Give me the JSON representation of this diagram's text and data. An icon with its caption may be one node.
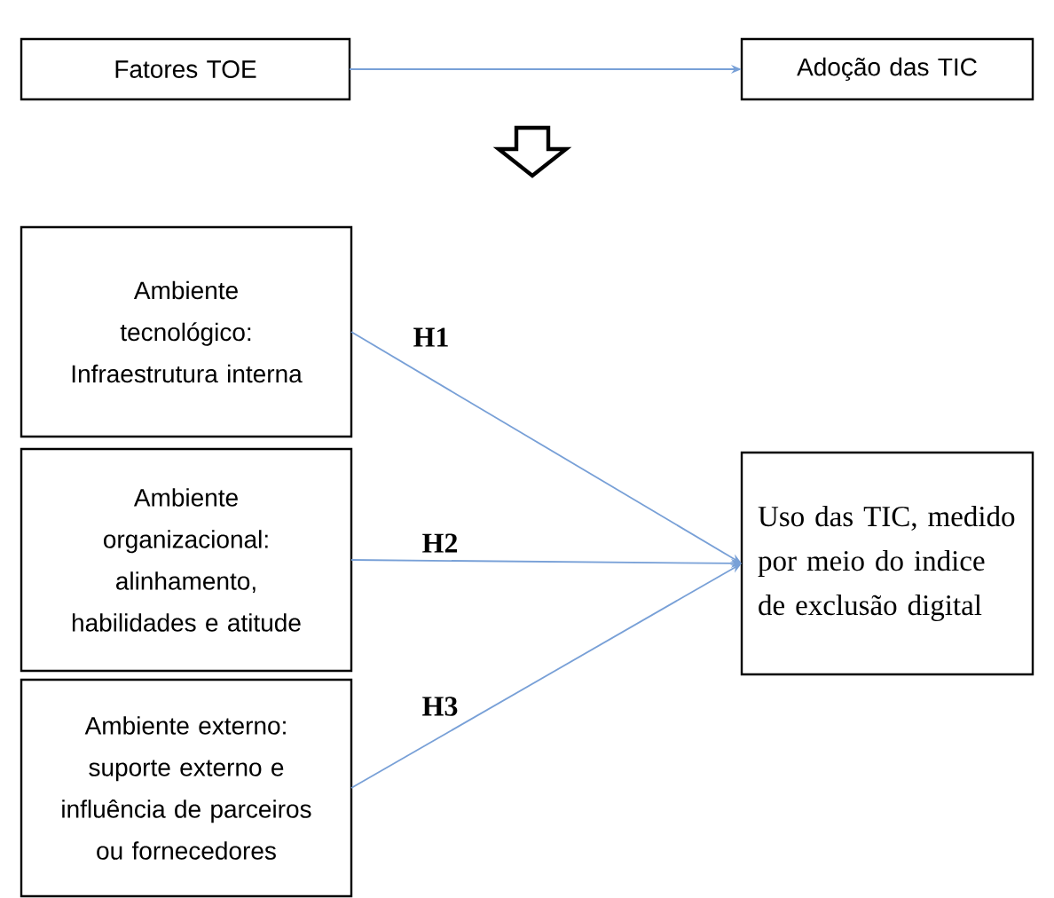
{
  "diagram": {
    "nodes": [
      {
        "text": [
          "Fatores TOE"
        ]
      },
      {
        "text": [
          "Adoção das TIC"
        ]
      },
      {
        "text": [
          "Ambiente tecnológico: Infraestrutura interna"
        ]
      },
      {
        "text": [
          "Ambiente organizacional: alinhamento, habilidades e atitude"
        ]
      },
      {
        "text": [
          "Ambiente externo: suporte externo e influência de parceiros ou fornecedores"
        ]
      },
      {
        "text": [
          "Uso das TIC, medido por meio do indice de exclusão digital"
        ]
      }
    ],
    "edges": [
      {
        "from": 0,
        "to": 1,
        "arrow": "to"
      },
      {
        "from": 2,
        "to": 5,
        "arrow": "to",
        "label": "H1"
      },
      {
        "from": 3,
        "to": 5,
        "arrow": "to",
        "label": "H2"
      },
      {
        "from": 4,
        "to": 5,
        "arrow": "to",
        "label": "H3"
      }
    ]
  }
}
